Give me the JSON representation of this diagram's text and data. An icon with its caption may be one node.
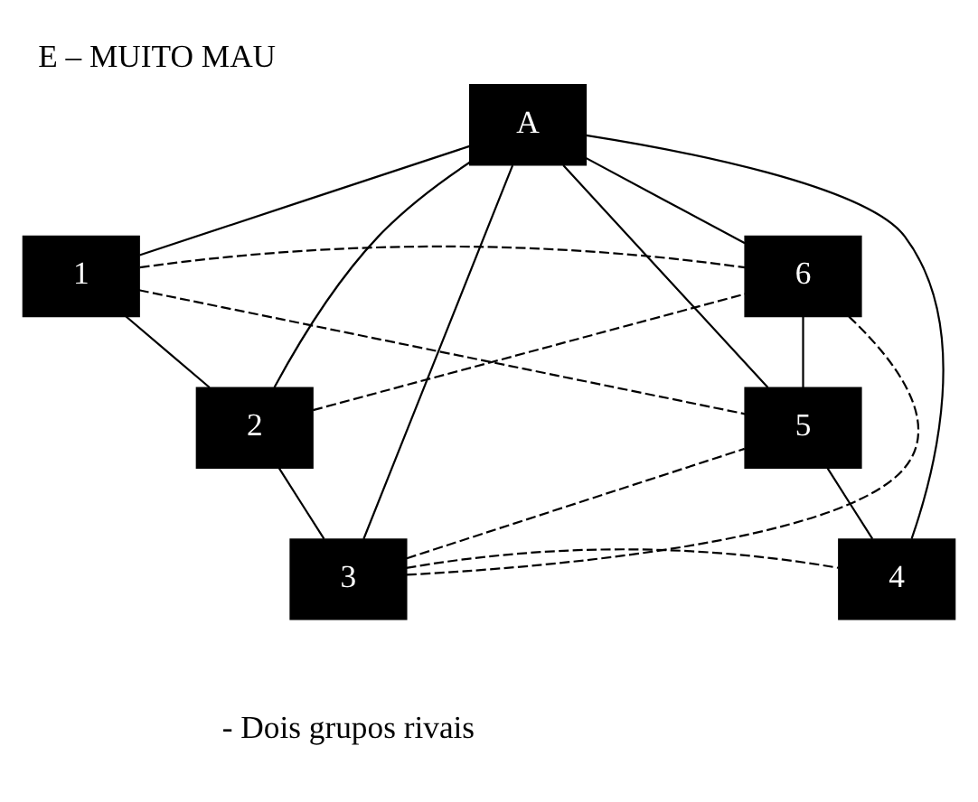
{
  "diagram": {
    "title": "E – MUITO MAU",
    "nodes": [
      {
        "text": [
          "A"
        ]
      },
      {
        "text": [
          "1"
        ]
      },
      {
        "text": [
          "2"
        ]
      },
      {
        "text": [
          "3"
        ]
      },
      {
        "text": [
          "4"
        ]
      },
      {
        "text": [
          "5"
        ]
      },
      {
        "text": [
          "6"
        ]
      }
    ],
    "edges": [
      {
        "from": 0,
        "to": 1,
        "arrow": "none"
      },
      {
        "from": 0,
        "to": 2,
        "arrow": "none"
      },
      {
        "from": 0,
        "to": 3,
        "arrow": "none"
      },
      {
        "from": 0,
        "to": 4,
        "arrow": "none"
      },
      {
        "from": 0,
        "to": 5,
        "arrow": "none"
      },
      {
        "from": 0,
        "to": 6,
        "arrow": "none"
      },
      {
        "from": 1,
        "to": 2,
        "arrow": "none"
      },
      {
        "from": 2,
        "to": 3,
        "arrow": "none"
      },
      {
        "from": 4,
        "to": 5,
        "arrow": "none"
      },
      {
        "from": 5,
        "to": 6,
        "arrow": "none"
      },
      {
        "from": 1,
        "to": 6,
        "arrow": "none",
        "style": "dashed"
      },
      {
        "from": 1,
        "to": 5,
        "arrow": "none",
        "style": "dashed"
      },
      {
        "from": 2,
        "to": 6,
        "arrow": "none",
        "style": "dashed"
      },
      {
        "from": 3,
        "to": 6,
        "arrow": "none",
        "style": "dashed"
      },
      {
        "from": 3,
        "to": 5,
        "arrow": "none",
        "style": "dashed"
      },
      {
        "from": 3,
        "to": 4,
        "arrow": "none",
        "style": "dashed"
      }
    ],
    "labels": [
      "- Dois grupos rivais"
    ]
  }
}
